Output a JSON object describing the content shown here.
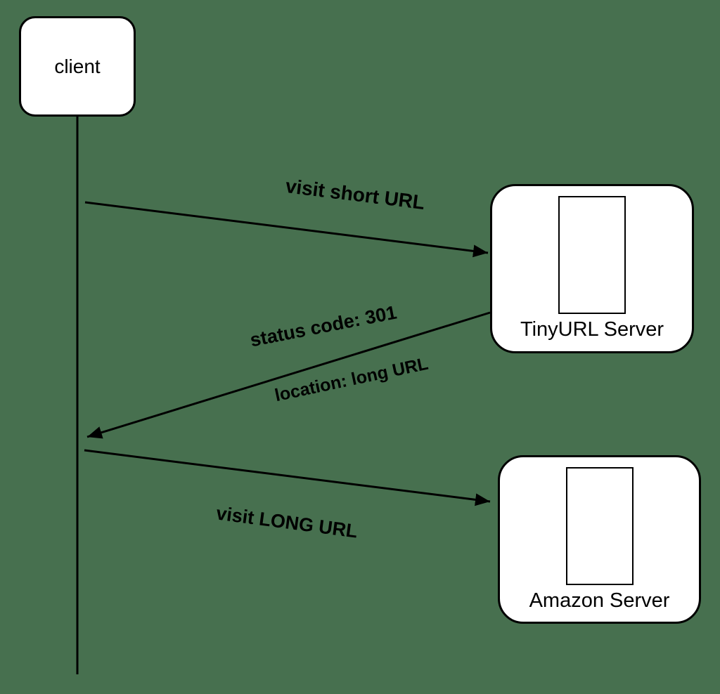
{
  "colors": {
    "background": "#47704F",
    "node_fill": "#ffffff",
    "stroke": "#000000"
  },
  "nodes": {
    "client": {
      "label": "client"
    },
    "tinyurl_server": {
      "label": "TinyURL Server",
      "icon": "server-tower-icon"
    },
    "amazon_server": {
      "label": "Amazon Server",
      "icon": "server-tower-icon"
    }
  },
  "arrows": [
    {
      "from": "client",
      "to": "tinyurl_server",
      "labels": [
        "visit short URL"
      ]
    },
    {
      "from": "tinyurl_server",
      "to": "client",
      "labels": [
        "status code: 301",
        "location: long URL"
      ]
    },
    {
      "from": "client",
      "to": "amazon_server",
      "labels": [
        "visit LONG URL"
      ]
    }
  ]
}
